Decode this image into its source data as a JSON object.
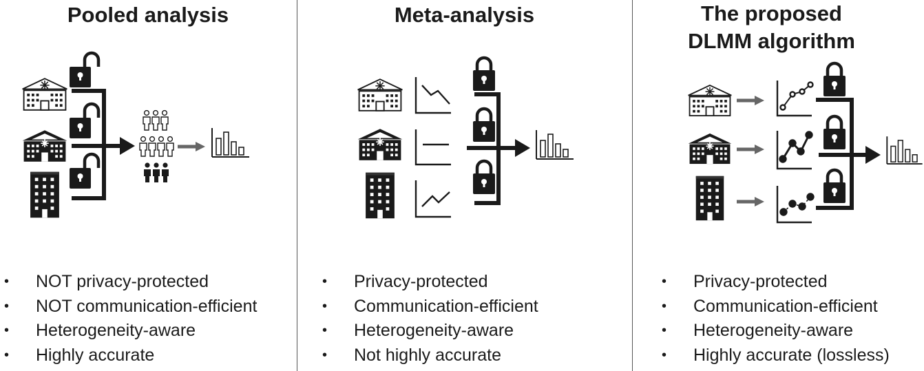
{
  "panels": [
    {
      "title_lines": [
        "Pooled analysis"
      ],
      "bullets": [
        "NOT privacy-protected",
        "NOT communication-efficient",
        "Heterogeneity-aware",
        "Highly accurate"
      ]
    },
    {
      "title_lines": [
        "Meta-analysis"
      ],
      "bullets": [
        "Privacy-protected",
        "Communication-efficient",
        "Heterogeneity-aware",
        "Not highly accurate"
      ]
    },
    {
      "title_lines": [
        "The proposed",
        "DLMM algorithm"
      ],
      "bullets": [
        "Privacy-protected",
        "Communication-efficient",
        "Heterogeneity-aware",
        "Highly accurate (lossless)"
      ]
    }
  ],
  "icons": {
    "site_1": "hospital-outline-icon",
    "site_2": "hospital-solid-icon",
    "site_3": "office-building-icon",
    "open_lock": "unlocked-padlock-icon",
    "closed_lock": "locked-padlock-icon",
    "people": "patient-group-icon",
    "result": "bar-chart-icon"
  },
  "colors": {
    "ink": "#1a1a1a",
    "arrow_gray": "#666666",
    "divider": "#555555"
  }
}
